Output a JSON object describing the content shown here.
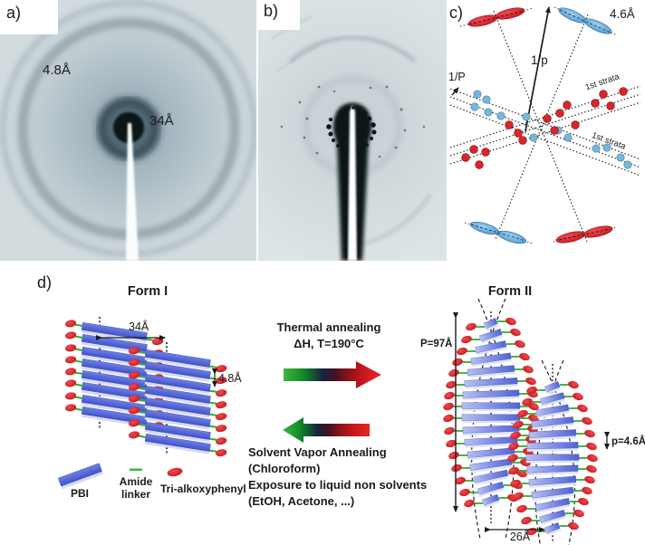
{
  "figure": {
    "panel_a": {
      "label": "a)",
      "outer_ring_label": "4.8Å",
      "inner_ring_label": "34Å"
    },
    "panel_b": {
      "label": "b)"
    },
    "panel_c": {
      "label": "c)",
      "d_spacing_label": "4.6Å",
      "pitch_vector_label": "1/p",
      "strata_vector_label": "1/P",
      "first_strata_upper": "1st strata",
      "first_strata_lower": "1st strata"
    },
    "panel_d": {
      "label": "d)",
      "form1": {
        "title": "Form I",
        "column_spacing": "34Å",
        "stacking_distance": "4.8Å"
      },
      "form2": {
        "title": "Form II",
        "helix_pitch": "P=97Å",
        "stacking_distance": "p=4.6Å",
        "column_spacing": "26Å"
      },
      "forward_arrow": {
        "line1": "Thermal annealing",
        "line2": "ΔH, T=190°C"
      },
      "backward_arrow": {
        "line1": "Solvent Vapor Annealing",
        "line2": "(Chloroform)",
        "line3": "Exposure to liquid non solvents",
        "line4": "(EtOH, Acetone, ...)"
      },
      "legend": {
        "pbi": "PBI",
        "amide_line1": "Amide",
        "amide_line2": "linker",
        "trialkoxyphenyl": "Tri-alkoxyphenyl"
      }
    },
    "colors": {
      "red_unit": "#d7262c",
      "blue_slab": "#5568d4",
      "cyan_reflection": "#74b7dc",
      "green_linker": "#3aaa35",
      "blue_lens": "#5fa8d8"
    }
  }
}
